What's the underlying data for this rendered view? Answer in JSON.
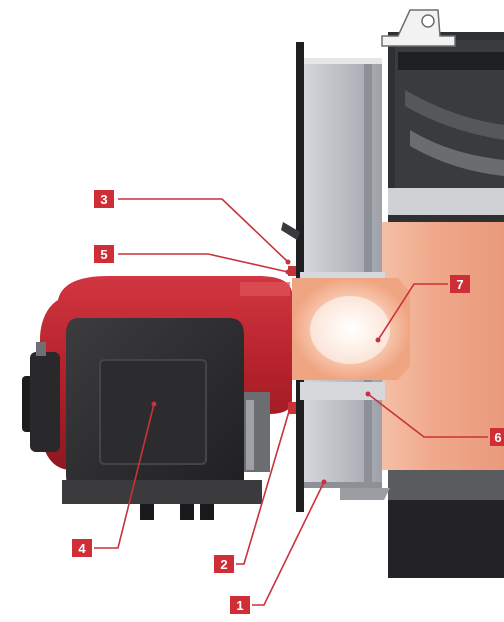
{
  "colors": {
    "accent_red": "#cf2e36",
    "burner_red": "#b3212b",
    "dark_housing": "#2a2a2c",
    "steel_grey": "#b9bcc2",
    "glow": "#f4b79a"
  },
  "labels": [
    {
      "id": "1",
      "text": "1"
    },
    {
      "id": "2",
      "text": "2"
    },
    {
      "id": "3",
      "text": "3"
    },
    {
      "id": "4",
      "text": "4"
    },
    {
      "id": "5",
      "text": "5"
    },
    {
      "id": "6",
      "text": "6"
    },
    {
      "id": "7",
      "text": "7"
    }
  ]
}
